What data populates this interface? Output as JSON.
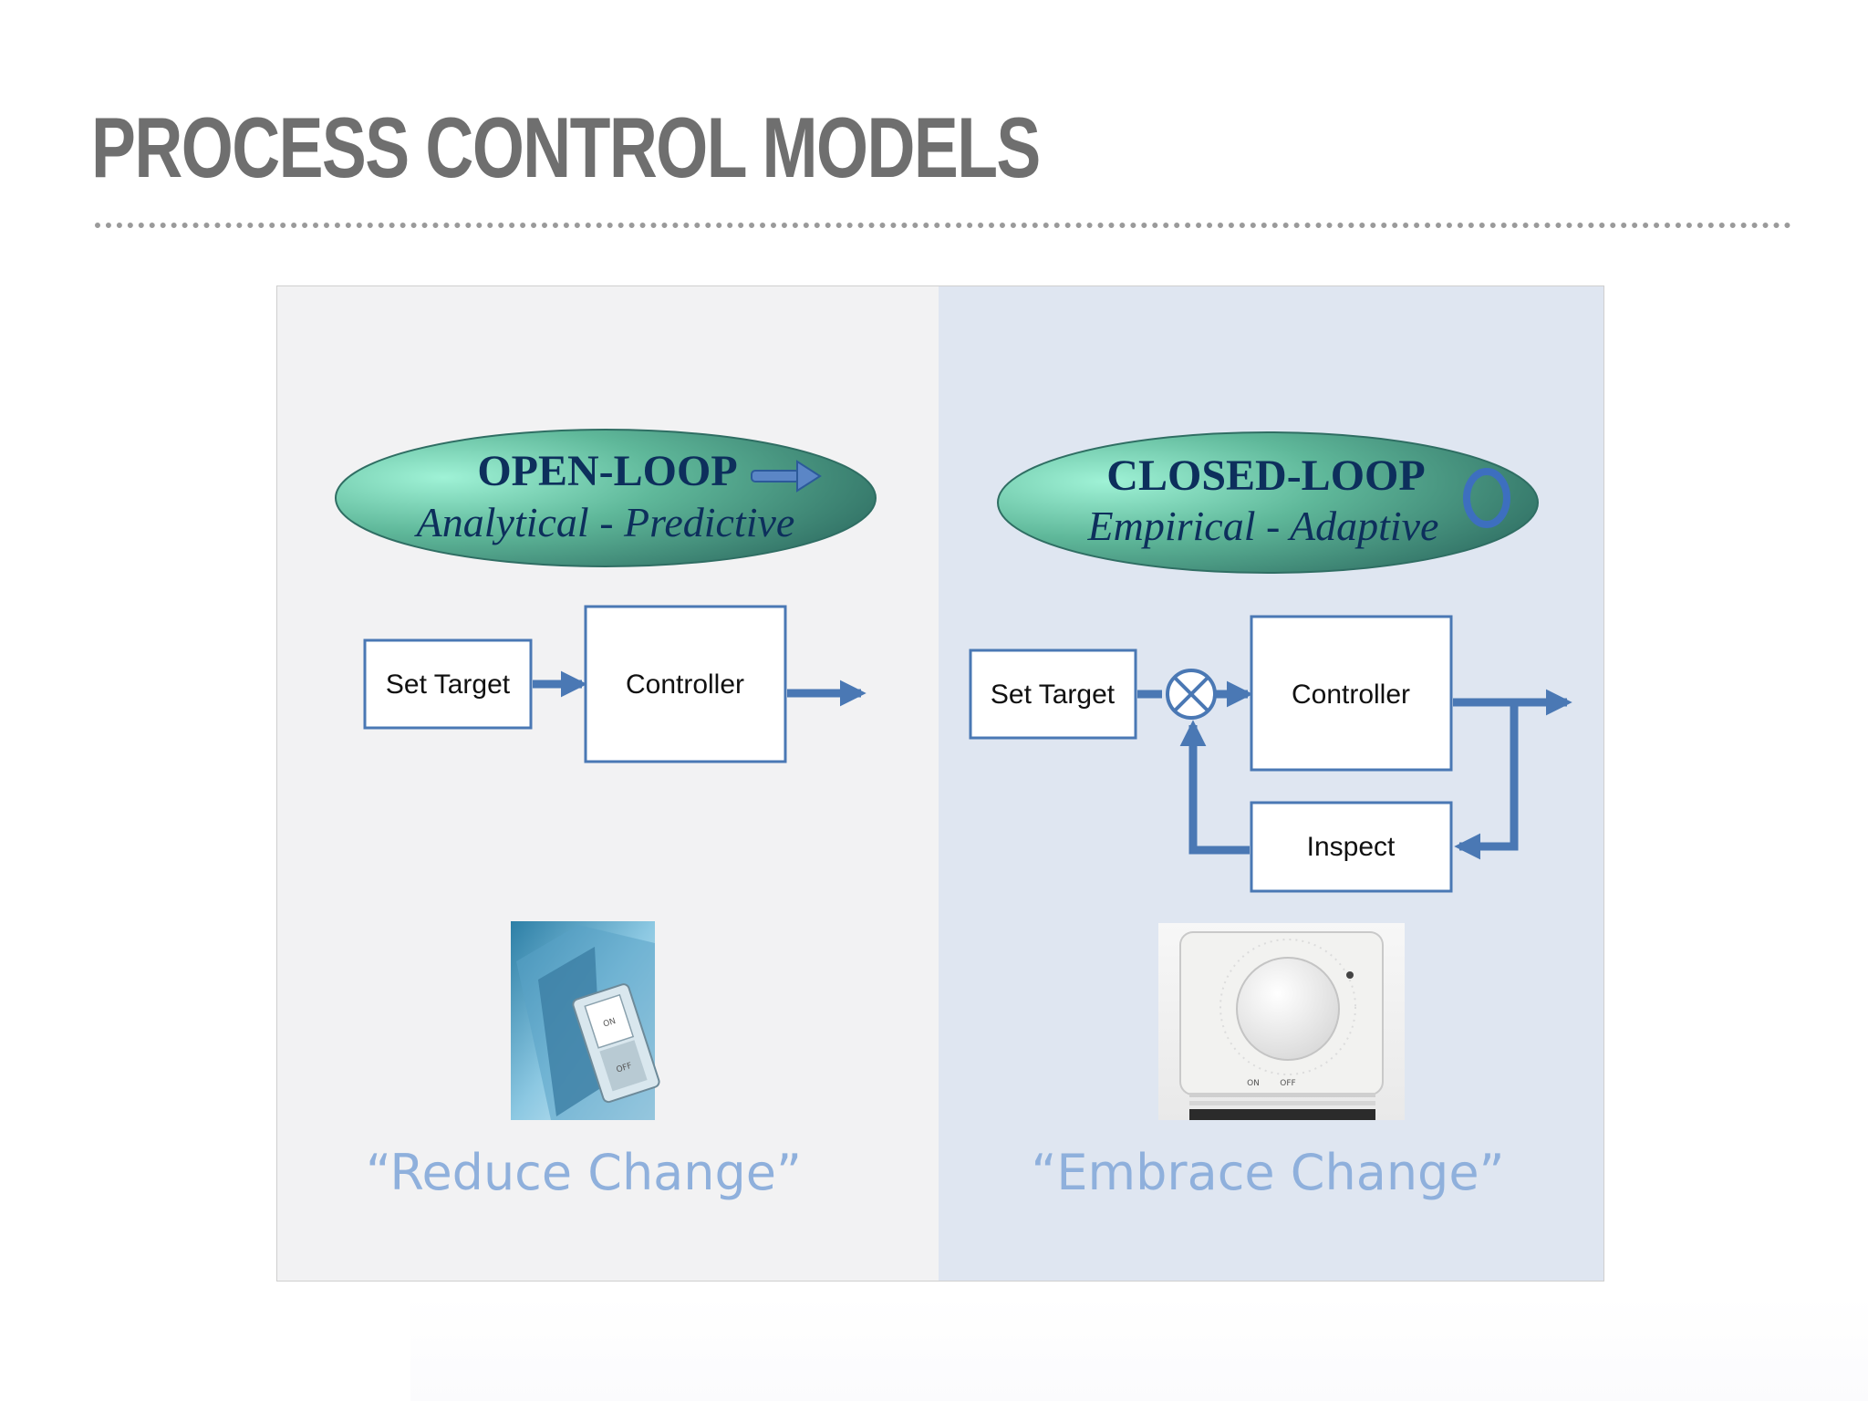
{
  "slide": {
    "title": "PROCESS CONTROL MODELS"
  },
  "open_loop": {
    "heading": "OPEN-LOOP",
    "subheading": "Analytical - Predictive",
    "set_target_label": "Set Target",
    "controller_label": "Controller",
    "switch_on_text": "ON",
    "switch_off_text": "OFF",
    "motto": "“Reduce Change”"
  },
  "closed_loop": {
    "heading": "CLOSED-LOOP",
    "subheading": "Empirical - Adaptive",
    "set_target_label": "Set Target",
    "controller_label": "Controller",
    "inspect_label": "Inspect",
    "thermostat_on_text": "ON",
    "thermostat_off_text": "OFF",
    "motto": "“Embrace Change”"
  },
  "colors": {
    "title": "#6f6f6f",
    "left_panel_bg": "#f2f2f3",
    "right_panel_bg": "#dfe6f1",
    "box_border": "#4a78b4",
    "arrow": "#4a78b4",
    "motto": "#8fb0dc",
    "ellipse_text": "#0d2f5c"
  },
  "icons": {
    "open_loop_arrow": "right-arrow-icon",
    "closed_loop_cycle": "cycle-icon",
    "summing_junction": "summing-junction-icon",
    "light_switch": "light-switch-image",
    "thermostat": "thermostat-image"
  }
}
